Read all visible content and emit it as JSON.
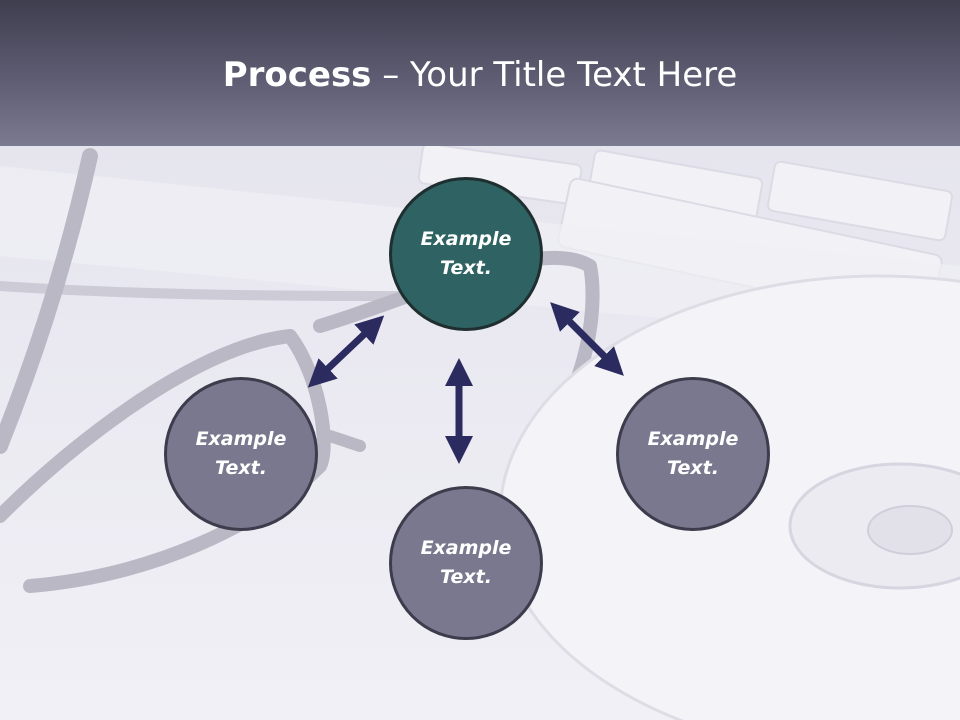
{
  "slide": {
    "title_bold": "Process",
    "title_rest": " – Your Title Text Here"
  },
  "nodes": [
    {
      "id": "top",
      "label": "Example Text."
    },
    {
      "id": "left",
      "label": "Example Text."
    },
    {
      "id": "bottom",
      "label": "Example Text."
    },
    {
      "id": "right",
      "label": "Example Text."
    }
  ],
  "colors": {
    "header": "#5e5d73",
    "center_node": "#2f6262",
    "outer_node": "#7a788e",
    "arrow": "#2b2b60"
  }
}
